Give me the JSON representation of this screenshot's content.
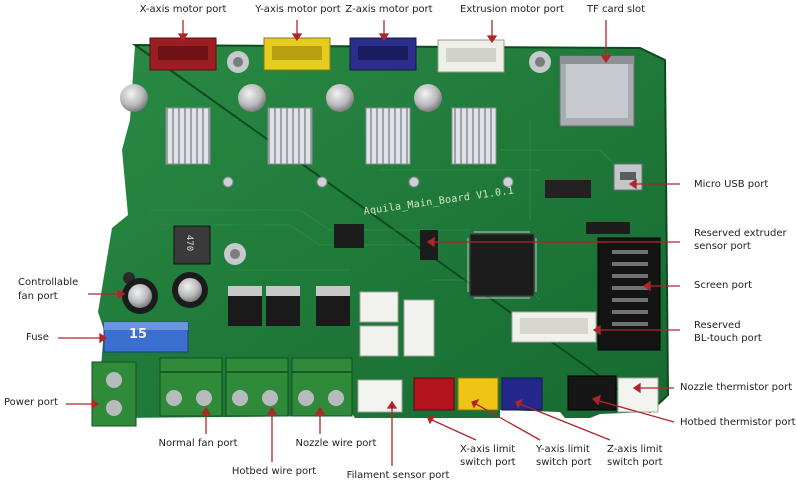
{
  "board_text": "Aquila_Main_Board V1.0.1",
  "fuse_text": "15",
  "inductor_text": "470",
  "labels": {
    "x_motor": "X-axis motor port",
    "y_motor": "Y-axis motor port",
    "z_motor": "Z-axis motor port",
    "e_motor": "Extrusion motor port",
    "tf_card": "TF card slot",
    "micro_usb": "Micro USB port",
    "extruder_sensor_1": "Reserved extruder",
    "extruder_sensor_2": "sensor port",
    "screen": "Screen port",
    "bltouch_1": "Reserved",
    "bltouch_2": "BL-touch port",
    "nozzle_thermistor": "Nozzle thermistor port",
    "hotbed_thermistor": "Hotbed thermistor port",
    "fan_ctrl_1": "Controllable",
    "fan_ctrl_2": "fan port",
    "fuse": "Fuse",
    "power": "Power port",
    "normal_fan": "Normal fan port",
    "hotbed_wire": "Hotbed wire port",
    "nozzle_wire": "Nozzle wire port",
    "filament_sensor": "Filament sensor port",
    "x_limit_1": "X-axis limit",
    "x_limit_2": "switch port",
    "y_limit_1": "Y-axis limit",
    "y_limit_2": "switch port",
    "z_limit_1": "Z-axis limit",
    "z_limit_2": "switch port"
  },
  "colors": {
    "pcb": "#1f7a3a",
    "pcb_dark": "#155a2a",
    "arrow": "#b0252a",
    "label_text": "#222222",
    "terminal_green": "#2f8a3a",
    "fuse_blue": "#3b6fd0"
  }
}
